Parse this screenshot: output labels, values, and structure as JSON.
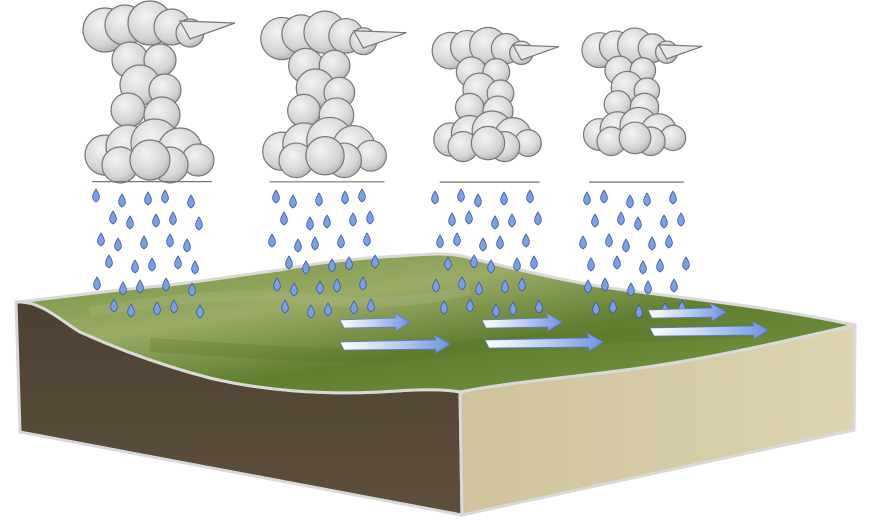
{
  "diagram": {
    "clouds": [
      {
        "id": "cloud-1"
      },
      {
        "id": "cloud-2"
      },
      {
        "id": "cloud-3"
      },
      {
        "id": "cloud-4"
      }
    ],
    "runoff_arrows": 6
  },
  "colors": {
    "cloud_light": "#e8e8e8",
    "cloud_mid": "#c9c9c9",
    "cloud_outline": "#777777",
    "raindrop": "#7b9ee6",
    "raindrop_outline": "#3b5aa8",
    "grass_dark": "#5b7a2e",
    "grass_light": "#8aa352",
    "soil_dark": "#5a4a38",
    "soil_light": "#d6cba6",
    "edge": "#d9d9d9",
    "arrow": "#7f9fe6"
  }
}
